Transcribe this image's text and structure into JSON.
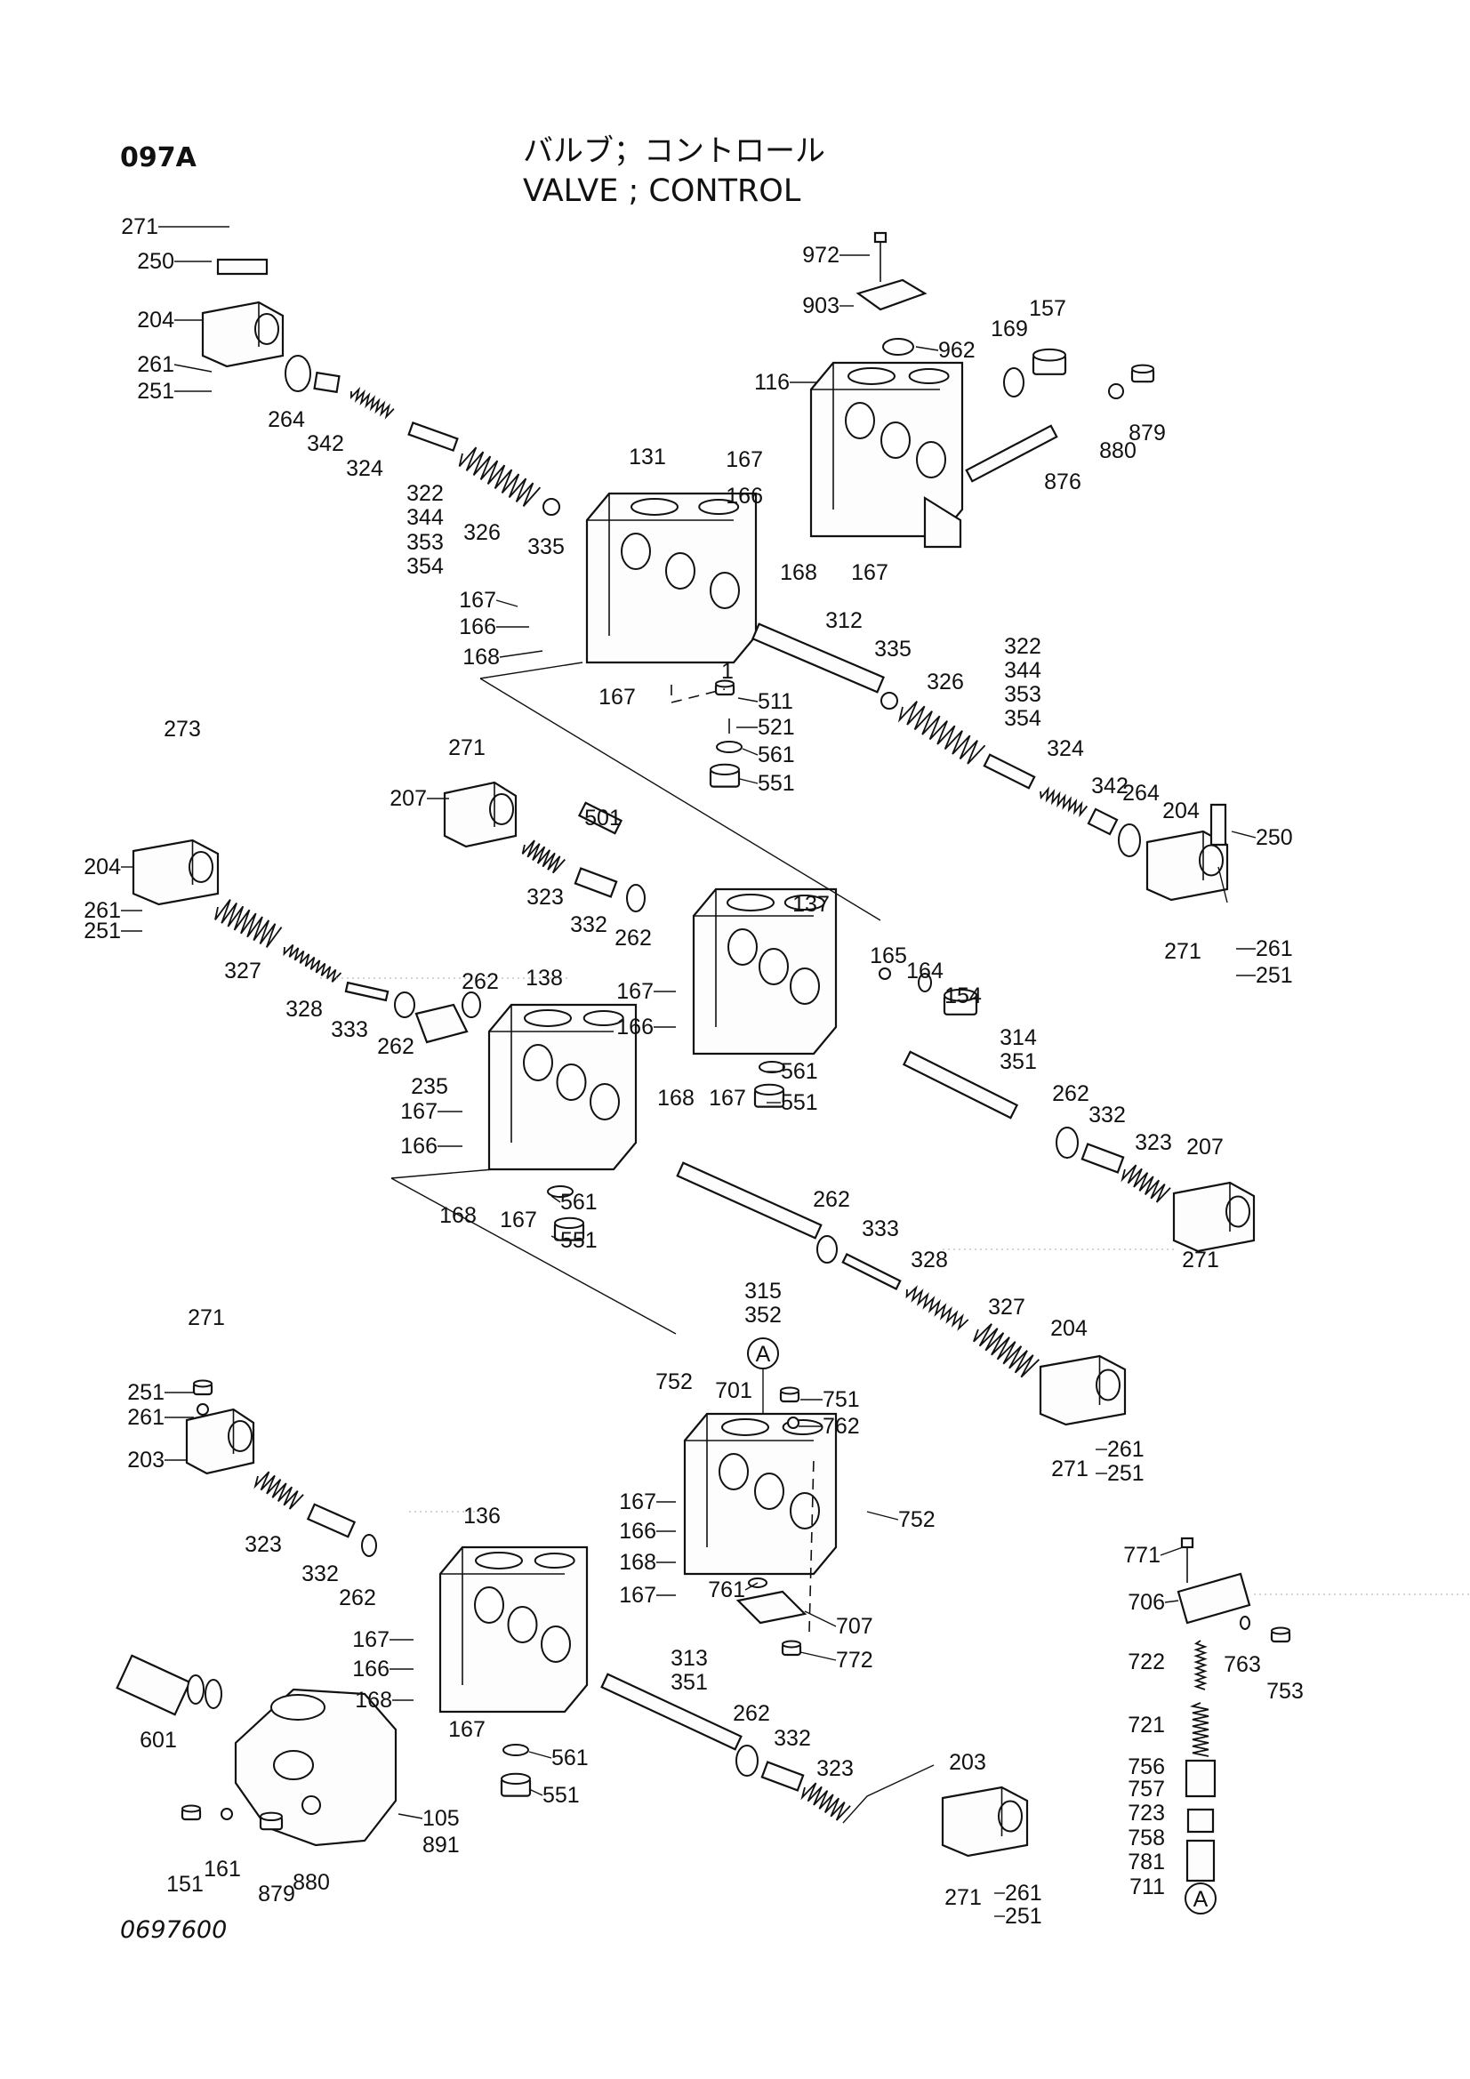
{
  "header": {
    "code": "097A",
    "title_jp": "バルブ；コントロール",
    "title_en": "VALVE ; CONTROL"
  },
  "drawing_no": "0697600",
  "callout_letter": "A",
  "part_labels": [
    "271",
    "250",
    "204",
    "261",
    "251",
    "264",
    "342",
    "324",
    "322",
    "344",
    "353",
    "354",
    "326",
    "335",
    "131",
    "167",
    "166",
    "168",
    "167",
    "972",
    "903",
    "962",
    "157",
    "169",
    "116",
    "167",
    "166",
    "168",
    "167",
    "880",
    "879",
    "876",
    "312",
    "335",
    "326",
    "322",
    "344",
    "353",
    "354",
    "324",
    "342",
    "264",
    "204",
    "250",
    "271",
    "261",
    "251",
    "1",
    "511",
    "521",
    "561",
    "551",
    "273",
    "204",
    "261",
    "251",
    "327",
    "328",
    "333",
    "262",
    "235",
    "271",
    "207",
    "323",
    "501",
    "332",
    "262",
    "137",
    "165",
    "164",
    "154",
    "167",
    "166",
    "168",
    "167",
    "561",
    "551",
    "314",
    "351",
    "262",
    "332",
    "323",
    "207",
    "271",
    "262",
    "138",
    "167",
    "166",
    "168",
    "167",
    "561",
    "551",
    "315",
    "352",
    "262",
    "333",
    "328",
    "327",
    "204",
    "271",
    "261",
    "251",
    "271",
    "251",
    "261",
    "203",
    "323",
    "332",
    "262",
    "752",
    "701",
    "751",
    "762",
    "752",
    "136",
    "167",
    "166",
    "168",
    "167",
    "761",
    "707",
    "772",
    "706",
    "771",
    "763",
    "753",
    "722",
    "721",
    "756",
    "757",
    "723",
    "758",
    "781",
    "711",
    "601",
    "167",
    "166",
    "168",
    "167",
    "313",
    "351",
    "262",
    "332",
    "323",
    "203",
    "561",
    "551",
    "151",
    "161",
    "879",
    "880",
    "105",
    "891",
    "271",
    "261",
    "251"
  ]
}
